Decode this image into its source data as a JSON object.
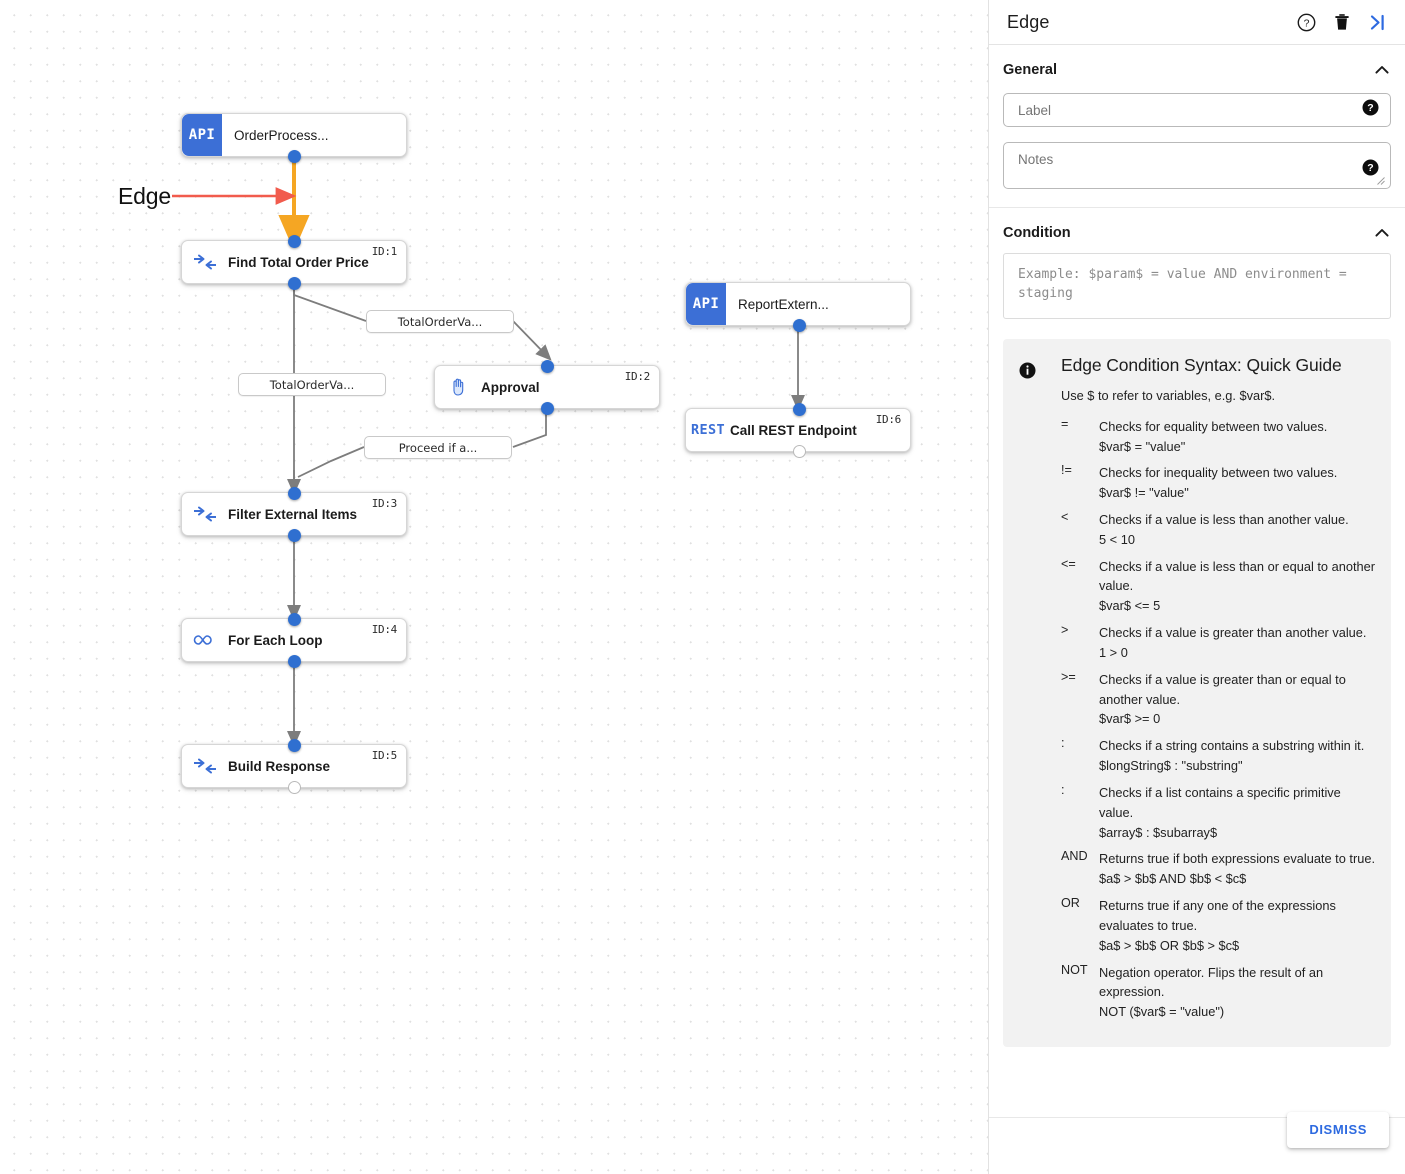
{
  "canvas": {
    "annotation": {
      "label": "Edge",
      "arrow_color": "#f15b4d"
    },
    "nodes": [
      {
        "key": "orderprocess",
        "badge": "API",
        "title": "OrderProcess...",
        "id": "",
        "icon": "api-badge-icon"
      },
      {
        "key": "find_total",
        "badge": "",
        "title": "Find Total Order Price",
        "id": "ID:1",
        "icon": "merge-arrows-icon"
      },
      {
        "key": "approval",
        "badge": "",
        "title": "Approval",
        "id": "ID:2",
        "icon": "hand-icon"
      },
      {
        "key": "filter_external",
        "badge": "",
        "title": "Filter External Items",
        "id": "ID:3",
        "icon": "merge-arrows-icon"
      },
      {
        "key": "foreach",
        "badge": "",
        "title": "For Each Loop",
        "id": "ID:4",
        "icon": "infinity-icon"
      },
      {
        "key": "build_response",
        "badge": "",
        "title": "Build Response",
        "id": "ID:5",
        "icon": "merge-arrows-icon"
      },
      {
        "key": "reportextern",
        "badge": "API",
        "title": "ReportExtern...",
        "id": "",
        "icon": "api-badge-icon"
      },
      {
        "key": "call_rest",
        "badge": "REST",
        "title": "Call REST Endpoint",
        "id": "ID:6",
        "icon": "rest-badge-icon"
      }
    ],
    "edge_labels": [
      {
        "key": "lbl1",
        "text": "TotalOrderVa..."
      },
      {
        "key": "lbl2",
        "text": "TotalOrderVa..."
      },
      {
        "key": "lbl3",
        "text": "Proceed if a..."
      }
    ],
    "selected_edge_color": "#f5a623"
  },
  "panel": {
    "title": "Edge",
    "header_icons": [
      {
        "name": "help-icon",
        "glyph": "?"
      },
      {
        "name": "delete-icon",
        "glyph": "trash"
      },
      {
        "name": "collapse-panel-icon",
        "glyph": ">|"
      }
    ],
    "general": {
      "section_title": "General",
      "label_field": {
        "placeholder": "Label",
        "value": ""
      },
      "notes_field": {
        "placeholder": "Notes",
        "value": ""
      }
    },
    "condition": {
      "section_title": "Condition",
      "textarea": {
        "placeholder": "Example: $param$ = value AND environment = staging",
        "value": ""
      }
    },
    "guide": {
      "title": "Edge Condition Syntax: Quick Guide",
      "subtitle": "Use $ to refer to variables, e.g. $var$.",
      "rows": [
        {
          "op": "=",
          "desc": "Checks for equality between two values.",
          "example": "$var$ = \"value\""
        },
        {
          "op": "!=",
          "desc": "Checks for inequality between two values.",
          "example": "$var$ != \"value\""
        },
        {
          "op": "<",
          "desc": "Checks if a value is less than another value.",
          "example": "5 < 10"
        },
        {
          "op": "<=",
          "desc": "Checks if a value is less than or equal to another value.",
          "example": "$var$ <= 5"
        },
        {
          "op": ">",
          "desc": "Checks if a value is greater than another value.",
          "example": "1 > 0"
        },
        {
          "op": ">=",
          "desc": "Checks if a value is greater than or equal to another value.",
          "example": "$var$ >= 0"
        },
        {
          "op": ":",
          "desc": "Checks if a string contains a substring within it.",
          "example": "$longString$ : \"substring\""
        },
        {
          "op": ":",
          "desc": "Checks if a list contains a specific primitive value.",
          "example": "$array$ : $subarray$"
        },
        {
          "op": "AND",
          "desc": "Returns true if both expressions evaluate to true.",
          "example": "$a$ > $b$ AND $b$ < $c$"
        },
        {
          "op": "OR",
          "desc": "Returns true if any one of the expressions evaluates to true.",
          "example": "$a$ > $b$ OR $b$ > $c$"
        },
        {
          "op": "NOT",
          "desc": "Negation operator. Flips the result of an expression.",
          "example": "NOT ($var$ = \"value\")"
        }
      ]
    },
    "footer": {
      "dismiss_label": "DISMISS"
    }
  },
  "colors": {
    "accent": "#2d6ae0",
    "node_port": "#2f6fd0",
    "selected_edge": "#f5a623",
    "annotation_arrow": "#f15b4d"
  }
}
